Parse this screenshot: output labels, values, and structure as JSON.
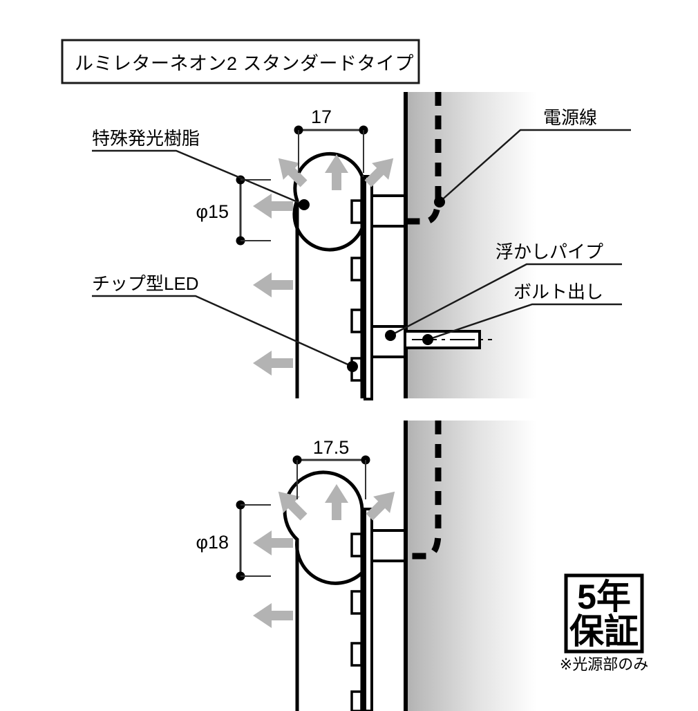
{
  "title": {
    "text": "ルミレターネオン2 スタンダードタイプ"
  },
  "labels": {
    "resin": "特殊発光樹脂",
    "led": "チップ型LED",
    "power_line": "電源線",
    "float_pipe": "浮かしパイプ",
    "bolt": "ボルト出し"
  },
  "dimensions": {
    "top_width": "17",
    "top_diameter": "φ15",
    "bottom_width": "17.5",
    "bottom_diameter": "φ18"
  },
  "badge": {
    "line1": "5年",
    "line2": "保証",
    "note": "※光源部のみ"
  },
  "colors": {
    "outline": "#000000",
    "text": "#1a1a1a",
    "arrow": "#b3b3b3",
    "wall_dark": "#b0b0b0",
    "wall_light": "#ffffff",
    "leader": "#333333"
  },
  "icons": {
    "light_arrow": "light-emission-arrow",
    "leader_dot": "leader-endpoint-dot"
  }
}
